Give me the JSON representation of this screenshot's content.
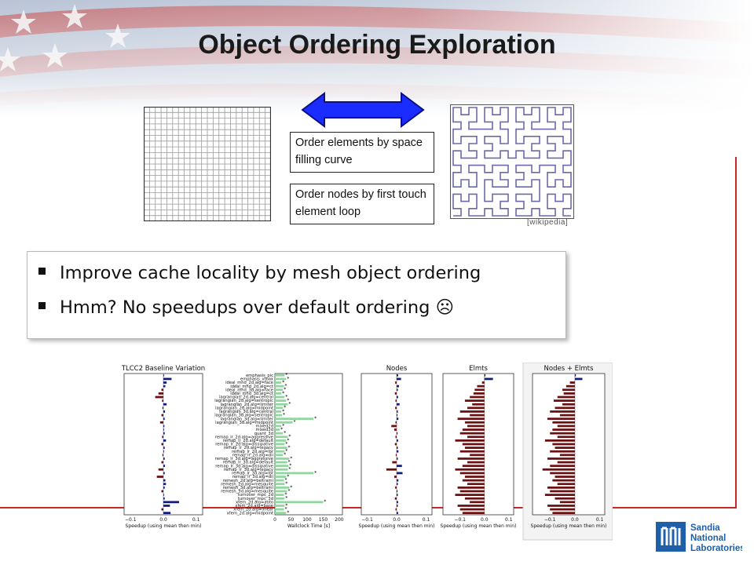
{
  "slide": {
    "title": "Object Ordering Exploration",
    "labels": {
      "elements": "Order elements by space filling curve",
      "nodes": "Order nodes by first touch element loop"
    },
    "credit": "[wikipedia]",
    "bullets": [
      "Improve cache locality by mesh object ordering",
      "Hmm?  No speedups over default ordering ☹"
    ],
    "logo_lines": [
      "Sandia",
      "National",
      "Laboratories"
    ]
  },
  "colors": {
    "accent_red": "#c62828",
    "arrow_blue": "#1a2cff",
    "curve": "#6a6aa8",
    "bar_navy": "#101b7a",
    "bar_maroon": "#6b1010",
    "bar_green": "#8fd79f"
  },
  "chart_data": [
    {
      "type": "bar",
      "title": "TLCC2 Baseline Variation",
      "xlabel": "Speedup (using mean then min)",
      "xticks": [
        "−0.1",
        "0.0",
        "0.1"
      ],
      "categories": [
        "emphasis_pic",
        "emphasis_vtoax",
        "ideal_mhd_2d.alg=face",
        "ideal_mhd_2d.alg=ct",
        "ideal_mhd_3d.alg=face",
        "ideal_mhd_3d.alg=ct",
        "lagrangian_2d.alg=central",
        "lagrangian_2d.alg=sentropic",
        "lagrangian_2d.alg=limiter",
        "lagrangian_2d.alg=midpoint",
        "lagrangian_3d.alg=central",
        "lagrangian_3d.alg=sentropic",
        "lagrangian_3d.alg=limiter",
        "lagrangian_3d.alg=midpoint",
        "mixed2d",
        "mixed3d",
        "quant_3d",
        "remap_lr_2d.alg=aggressive",
        "remap_lr_2d.alg=default",
        "remap_lr_2d.alg=dissipative",
        "remap_lr_2d.alg=legacy",
        "remap_lr_2d.alg=lbr",
        "remap_lr_2d.alg=dii",
        "remap_lr_3d.alg=aggressive",
        "remap_lr_3d.alg=default",
        "remap_lr_3d.alg=dissipative",
        "remap_lr_3d.alg=legacy",
        "remap_lr_3d.alg=lbr",
        "remap_lr_3d.alg=dii",
        "remesh_2d.alg=beltrami",
        "remesh_2d.alg=mesquite",
        "remesh_3d.alg=beltrami",
        "remesh_3d.alg=mesquite",
        "turnover_mpc_2d",
        "turnover_mpc_3d",
        "xfem_2d.alg=auto",
        "xfem_2d.alg=base",
        "xfem_2d.alg=linear",
        "xfem_2d.alg=midpoint"
      ],
      "values": [
        0.002,
        0.025,
        0.01,
        0.006,
        -0.006,
        -0.015,
        -0.025,
        -0.004,
        0.01,
        -0.003,
        0.005,
        -0.006,
        0.004,
        -0.01,
        0.003,
        0.002,
        0.004,
        -0.004,
        0.008,
        -0.006,
        0.004,
        0.002,
        -0.003,
        0.004,
        -0.006,
        0.005,
        -0.015,
        0.004,
        -0.02,
        0.006,
        0.008,
        0.004,
        -0.006,
        0.002,
        0.004,
        0.048,
        0.02,
        -0.006,
        0.022
      ],
      "xlim": [
        -0.12,
        0.12
      ]
    },
    {
      "type": "bar",
      "title": "",
      "xlabel": "Wallclock Time [s]",
      "xticks": [
        "0",
        "50",
        "100",
        "150",
        "200"
      ],
      "values": [
        30,
        35,
        20,
        28,
        25,
        20,
        30,
        35,
        40,
        25,
        20,
        22,
        120,
        55,
        20,
        15,
        25,
        40,
        35,
        30,
        38,
        30,
        25,
        45,
        38,
        42,
        40,
        120,
        35,
        28,
        30,
        45,
        38,
        28,
        30,
        150,
        30,
        28,
        35
      ],
      "xlim": [
        0,
        210
      ]
    },
    {
      "type": "bar",
      "title": "Nodes",
      "xlabel": "Speedup (using mean then min)",
      "xticks": [
        "−0.1",
        "0.0",
        "0.1"
      ],
      "values": [
        0.005,
        0.015,
        -0.005,
        0.008,
        0.004,
        -0.006,
        0.005,
        -0.004,
        0.01,
        -0.005,
        0.004,
        0.003,
        0.006,
        -0.004,
        -0.018,
        -0.008,
        0.003,
        -0.004,
        0.005,
        -0.006,
        0.004,
        0.006,
        -0.003,
        0.004,
        -0.015,
        0.018,
        -0.035,
        0.02,
        -0.008,
        0.006,
        0.004,
        -0.005,
        0.003,
        0.004,
        -0.006,
        0.005,
        0.004,
        -0.004,
        0.005
      ],
      "xlim": [
        -0.12,
        0.12
      ]
    },
    {
      "type": "bar",
      "title": "Elmts",
      "xlabel": "Speedup (using mean then min)",
      "xticks": [
        "−0.1",
        "0.0",
        "0.1"
      ],
      "values": [
        0.004,
        0.035,
        -0.01,
        -0.03,
        -0.04,
        -0.045,
        -0.06,
        -0.08,
        -0.05,
        -0.07,
        -0.1,
        -0.06,
        -0.11,
        -0.08,
        -0.07,
        -0.09,
        -0.1,
        -0.07,
        -0.12,
        -0.09,
        -0.08,
        -0.1,
        -0.06,
        -0.11,
        -0.07,
        -0.09,
        -0.12,
        -0.1,
        -0.08,
        -0.09,
        -0.07,
        -0.11,
        -0.1,
        -0.12,
        -0.08,
        -0.06,
        -0.11,
        -0.1,
        -0.09
      ],
      "xlim": [
        -0.17,
        0.12
      ]
    },
    {
      "type": "bar",
      "title": "Nodes + Elmts",
      "xlabel": "Speedup (using mean then min)",
      "xticks": [
        "−0.1",
        "0.0",
        "0.1"
      ],
      "values": [
        0.004,
        0.03,
        -0.02,
        -0.035,
        -0.05,
        -0.045,
        -0.07,
        -0.085,
        -0.05,
        -0.08,
        -0.1,
        -0.06,
        -0.11,
        -0.09,
        -0.07,
        -0.09,
        -0.1,
        -0.07,
        -0.12,
        -0.09,
        -0.08,
        -0.1,
        -0.06,
        -0.11,
        -0.07,
        -0.1,
        -0.13,
        -0.1,
        -0.08,
        -0.09,
        -0.07,
        -0.11,
        -0.1,
        -0.12,
        -0.08,
        -0.06,
        -0.11,
        -0.1,
        -0.09
      ],
      "xlim": [
        -0.17,
        0.12
      ]
    }
  ]
}
